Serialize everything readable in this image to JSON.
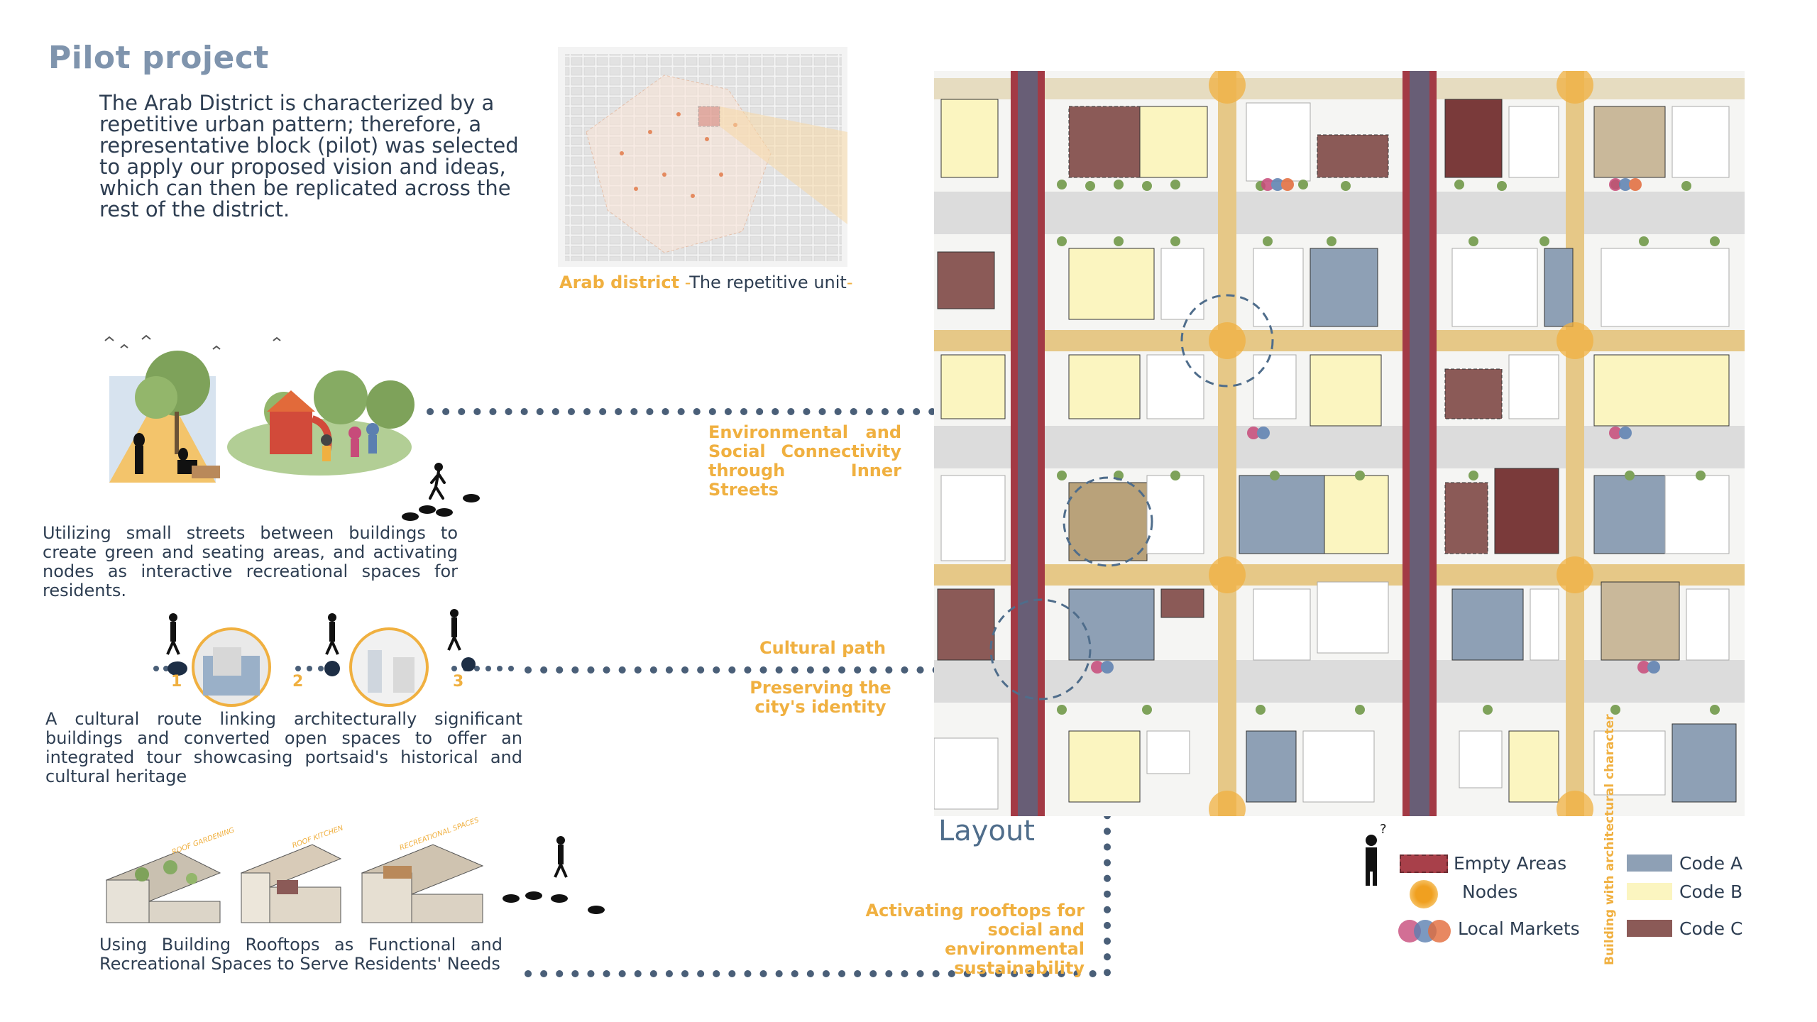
{
  "header": {
    "title": "Pilot project",
    "intro": "The Arab District is characterized by a repetitive urban pattern; therefore, a representative block (pilot) was selected to apply our proposed vision and ideas, which can then be replicated across the rest of the district."
  },
  "key_map": {
    "caption_highlight": "Arab district",
    "caption_rest": "The repetitive unit"
  },
  "callouts": {
    "inner_streets": "Environmental and Social Connectivity through Inner Streets",
    "cultural_path": "Cultural path",
    "identity": "Preserving the city's identity",
    "rooftops": "Activating rooftops for social and environmental sustainability"
  },
  "descriptions": {
    "small_streets": "Utilizing small streets between buildings to create green and seating areas, and activating nodes as interactive recreational spaces for residents.",
    "cultural_route": "A cultural route linking architecturally significant buildings and converted open spaces to offer an integrated tour showcasing portsaid's historical and cultural heritage",
    "roof_use": "Using Building Rooftops as Functional and Recreational Spaces to Serve Residents' Needs"
  },
  "route_stops": [
    "1",
    "2",
    "3"
  ],
  "rooftop_tags": [
    "ROOF GARDENING",
    "ROOF KITCHEN",
    "RECREATIONAL SPACES"
  ],
  "plan": {
    "label": "Layout"
  },
  "legend": {
    "empty_areas": "Empty Areas",
    "nodes": "Nodes",
    "local_markets": "Local Markets",
    "group_title": "Building with architectural character",
    "code_a": "Code A",
    "code_b": "Code B",
    "code_c": "Code C"
  },
  "colors": {
    "title": "#7f94ad",
    "accent_orange": "#f0b040",
    "dots": "#4a5f78",
    "code_a": "#8ea0b5",
    "code_b": "#fbf5c0",
    "code_c": "#8b5a57",
    "empty_area": "#a8404a",
    "street_green": "#b9b37a",
    "road": "#dedede"
  }
}
